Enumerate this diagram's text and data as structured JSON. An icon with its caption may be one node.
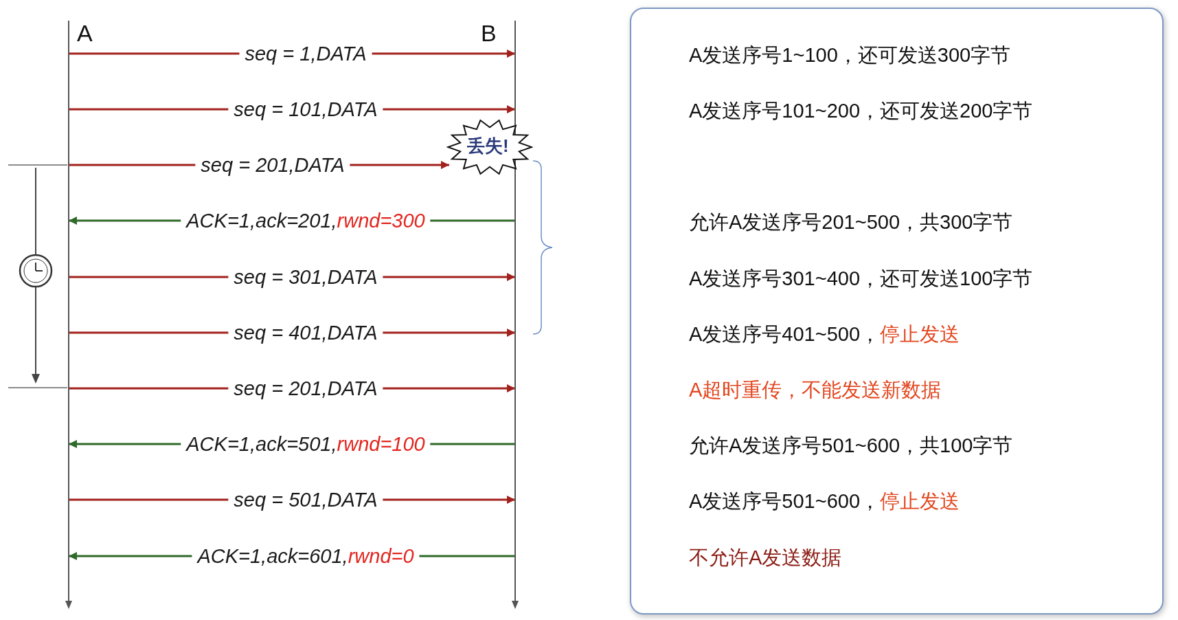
{
  "diagram": {
    "nodes": [
      {
        "text": [
          "A"
        ]
      },
      {
        "text": [
          "B"
        ]
      },
      {
        "text": [
          "丢失!"
        ]
      },
      {
        "text": [
          "A发送序号1~100，还可发送300字节",
          "A发送序号101~200，还可发送200字节",
          "允许A发送序号201~500，共300字节",
          "A发送序号301~400，还可发送100字节",
          "A发送序号401~500，",
          "停止发送",
          "A超时重传，不能发送新数据",
          "允许A发送序号501~600，共100字节",
          "A发送序号501~600，",
          "停止发送",
          "不允许A发送数据"
        ]
      }
    ],
    "edges": [
      {
        "from": 0,
        "to": 1,
        "arrow": "to",
        "label": "seq = 1,DATA"
      },
      {
        "from": 0,
        "to": 1,
        "arrow": "to",
        "label": "seq = 101,DATA"
      },
      {
        "from": 0,
        "to": 2,
        "arrow": "to",
        "label": "seq = 201,DATA"
      },
      {
        "from": 1,
        "to": 0,
        "arrow": "to",
        "label": "ACK=1,ack=201,rwnd=300",
        "color": "#2f6a2a"
      },
      {
        "from": 0,
        "to": 1,
        "arrow": "to",
        "label": "seq = 301,DATA"
      },
      {
        "from": 0,
        "to": 1,
        "arrow": "to",
        "label": "seq = 401,DATA"
      },
      {
        "from": 0,
        "to": 1,
        "arrow": "to",
        "label": "seq = 201,DATA"
      },
      {
        "from": 1,
        "to": 0,
        "arrow": "to",
        "label": "ACK=1,ack=501,rwnd=100",
        "color": "#2f6a2a"
      },
      {
        "from": 0,
        "to": 1,
        "arrow": "to",
        "label": "seq = 501,DATA"
      },
      {
        "from": 1,
        "to": 0,
        "arrow": "to",
        "label": "ACK=1,ack=601,rwnd=0",
        "color": "#2f6a2a"
      }
    ]
  }
}
